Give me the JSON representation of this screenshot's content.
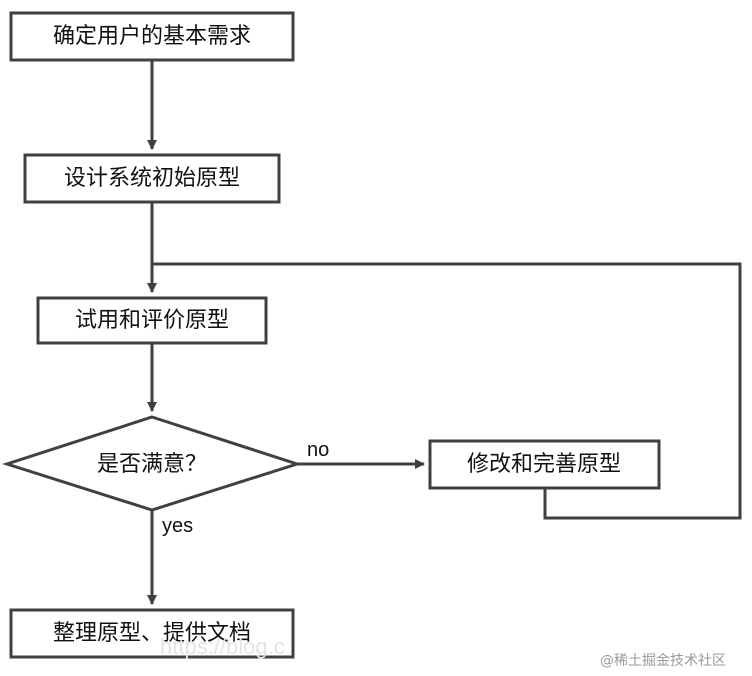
{
  "diagram": {
    "nodes": {
      "gather_requirements": "确定用户的基本需求",
      "design_prototype": "设计系统初始原型",
      "trial_evaluate": "试用和评价原型",
      "satisfied_question": "是否满意？",
      "modify_improve": "修改和完善原型",
      "organize_document": "整理原型、提供文档"
    },
    "edges": {
      "no_label": "no",
      "yes_label": "yes"
    }
  },
  "watermark": {
    "text": "@稀土掘金技术社区",
    "faint_text": "https://blog.c"
  }
}
